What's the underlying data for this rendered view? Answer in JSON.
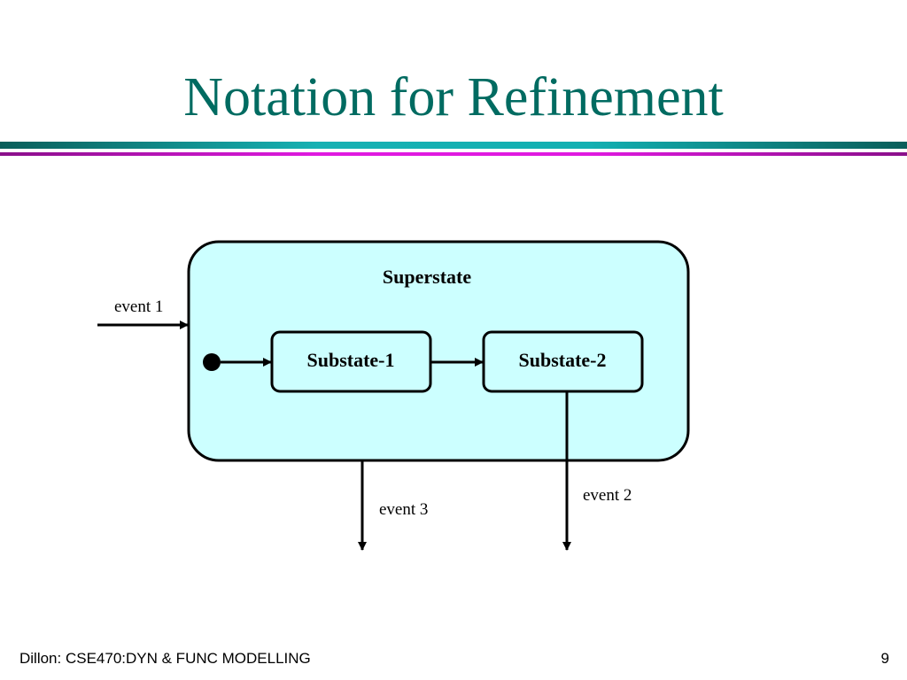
{
  "slide": {
    "title": "Notation for Refinement"
  },
  "diagram": {
    "superstate_label": "Superstate",
    "substates": [
      "Substate-1",
      "Substate-2"
    ],
    "events": {
      "event1": "event 1",
      "event2": "event 2",
      "event3": "event 3"
    },
    "superstate_fill": "#ccffff"
  },
  "footer": {
    "left_text": "Dillon: CSE470:DYN & FUNC MODELLING",
    "page_number": "9"
  }
}
